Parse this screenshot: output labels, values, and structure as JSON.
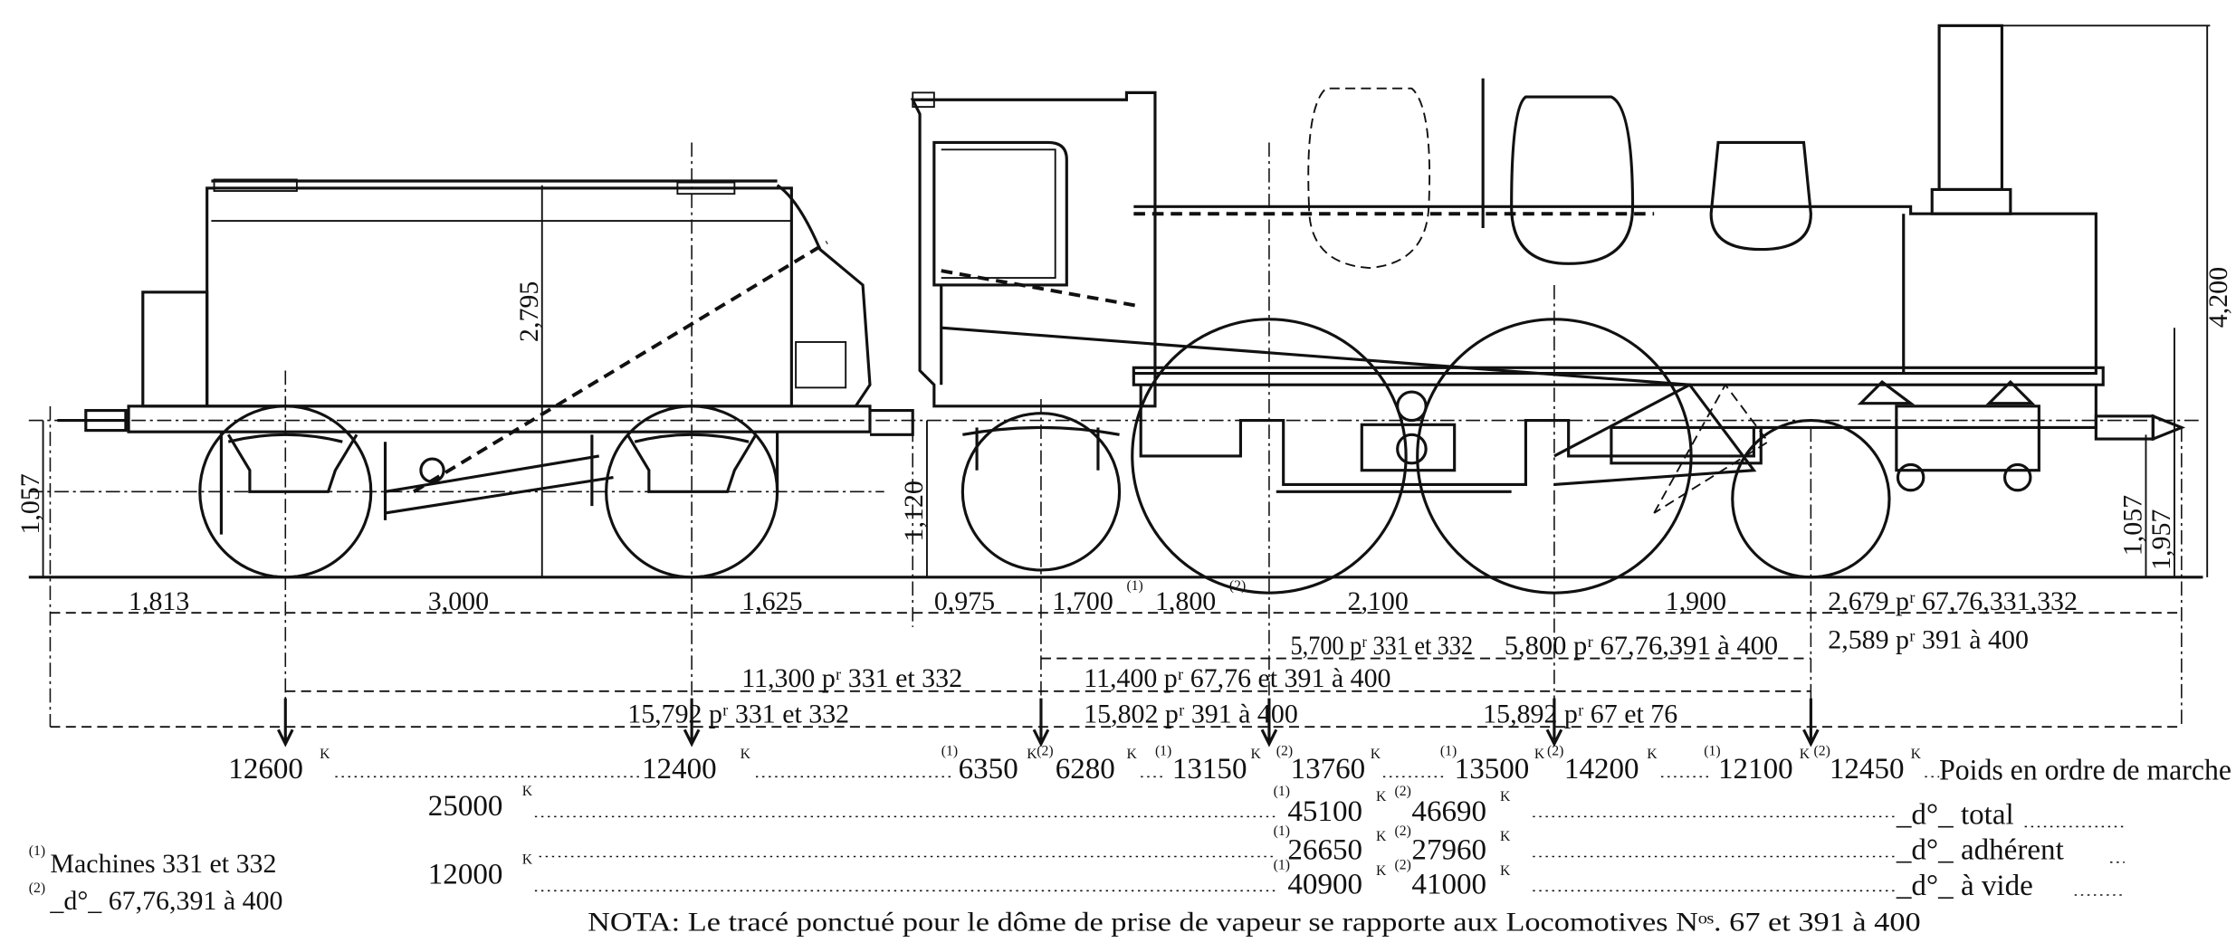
{
  "drawing": {
    "horizontal_dims": {
      "d1813": "1,813",
      "d3000": "3,000",
      "d1625": "1,625",
      "d0975": "0,975",
      "d1700": "1,700",
      "d1700_note": "(1)",
      "d1800": "1,800",
      "d1800_note": "(2)",
      "d2100": "2,100",
      "d1900": "1,900",
      "d2679": "2,679 pʳ 67,76,331,332",
      "d2589": "2,589 pʳ 391 à 400",
      "d5700": "5,700 pʳ 331 et 332",
      "d5800": "5,800 pʳ 67,76,391 à 400",
      "d11300": "11,300 pʳ 331 et 332",
      "d11400": "11,400 pʳ 67,76 et 391 à 400",
      "d15792": "15,792 pʳ 331 et 332",
      "d15802": "15,802 pʳ 391 à 400",
      "d15892": "15,892 pʳ 67 et 76"
    },
    "vertical_dims": {
      "tender_height": "2,795",
      "tender_buffer": "1,057",
      "loco_buffer_rear": "1,120",
      "loco_buffer_front": "1,057",
      "front_axis": "1,957",
      "total_height": "4,200"
    }
  },
  "weights": {
    "unit": "K",
    "row_marche": {
      "label": "Poids en ordre de marche",
      "items": [
        {
          "note": "",
          "value": "12600"
        },
        {
          "note": "",
          "value": "12400"
        },
        {
          "note": "(1)",
          "value": "6350"
        },
        {
          "note": "(2)",
          "value": "6280"
        },
        {
          "note": "(1)",
          "value": "13150"
        },
        {
          "note": "(2)",
          "value": "13760"
        },
        {
          "note": "(1)",
          "value": "13500"
        },
        {
          "note": "(2)",
          "value": "14200"
        },
        {
          "note": "(1)",
          "value": "12100"
        },
        {
          "note": "(2)",
          "value": "12450"
        }
      ]
    },
    "row_total": {
      "label": "_d°_ total",
      "tender": "25000",
      "items": [
        {
          "note": "(1)",
          "value": "45100"
        },
        {
          "note": "(2)",
          "value": "46690"
        }
      ]
    },
    "row_adherent": {
      "label": "_d°_ adhérent",
      "items": [
        {
          "note": "(1)",
          "value": "26650"
        },
        {
          "note": "(2)",
          "value": "27960"
        }
      ]
    },
    "row_vide": {
      "label": "_d°_ à vide",
      "tender": "12000",
      "items": [
        {
          "note": "(1)",
          "value": "40900"
        },
        {
          "note": "(2)",
          "value": "41000"
        }
      ]
    }
  },
  "footnotes": [
    {
      "mark": "(1)",
      "text": "Machines 331 et 332"
    },
    {
      "mark": "(2)",
      "text": "_d°_  67,76,391 à 400"
    }
  ],
  "nota": "NOTA:  Le tracé ponctué  pour le dôme de prise de vapeur se rapporte aux Locomotives Nᵒˢ. 67 et 391 à 400"
}
